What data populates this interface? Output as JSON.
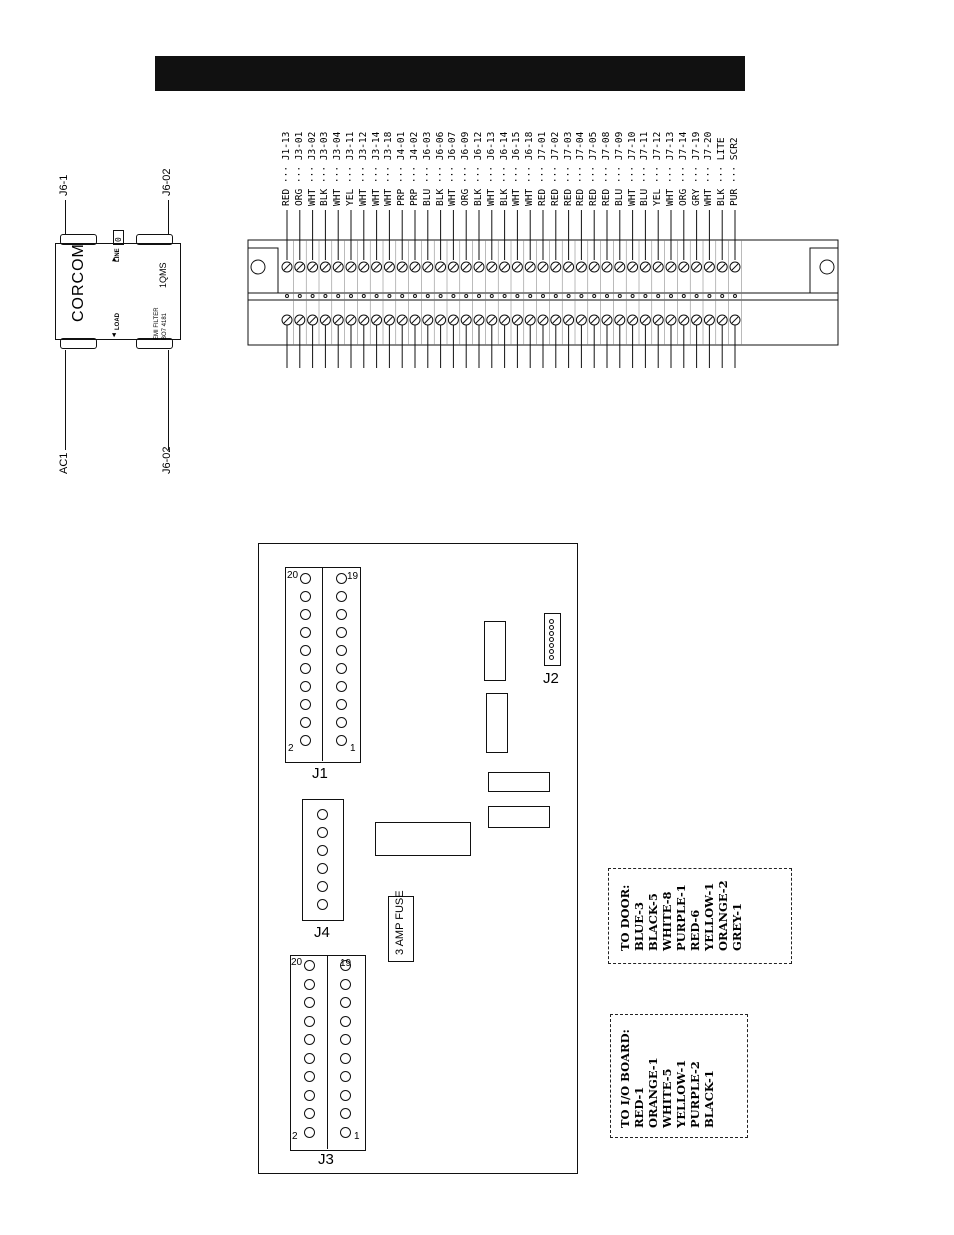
{
  "header": {
    "bar_color": "#111111"
  },
  "emi_filter": {
    "brand": "CORCOM",
    "model": "EMI FILTER",
    "part_number": "BO7 4181",
    "series": "1QMS",
    "line_label": "LINE",
    "load_label": "LOAD",
    "fuse_label": "0",
    "leads": [
      "J6-1",
      "J6-02",
      "AC1",
      "J6-02"
    ]
  },
  "terminal_strip": {
    "wires": [
      "RED ··· J1-13",
      "ORG ··· J3-01",
      "WHT ··· J3-02",
      "BLK ··· J3-03",
      "WHT ··· J3-04",
      "YEL ··· J3-11",
      "WHT ··· J3-12",
      "WHT ··· J3-14",
      "WHT ··· J3-18",
      "PRP ··· J4-01",
      "PRP ··· J4-02",
      "BLU ··· J6-03",
      "BLK ··· J6-06",
      "WHT ··· J6-07",
      "ORG ··· J6-09",
      "BLK ··· J6-12",
      "WHT ··· J6-13",
      "BLK ··· J6-14",
      "WHT ··· J6-15",
      "WHT ··· J6-18",
      "RED ··· J7-01",
      "RED ··· J7-02",
      "RED ··· J7-03",
      "RED ··· J7-04",
      "RED ··· J7-05",
      "RED ··· J7-08",
      "BLU ··· J7-09",
      "WHT ··· J7-10",
      "BLU ··· J7-11",
      "YEL ··· J7-12",
      "WHT ··· J7-13",
      "ORG ··· J7-14",
      "GRY ··· J7-19",
      "WHT ··· J7-20",
      "BLK ··· LITE",
      "PUR ··· SCR2"
    ]
  },
  "board": {
    "j1": {
      "label": "J1",
      "pin_top_left": "20",
      "pin_top_right": "19",
      "pin_bottom_left": "2",
      "pin_bottom_right": "1"
    },
    "j2": {
      "label": "J2"
    },
    "j3": {
      "label": "J3",
      "pin_top_left": "20",
      "pin_top_right": "19",
      "pin_bottom_left": "2",
      "pin_bottom_right": "1"
    },
    "j4": {
      "label": "J4"
    },
    "fuse_label": "3 AMP FUSE"
  },
  "door_note": {
    "title": "TO DOOR:",
    "lines": [
      "BLUE-3",
      "BLACK-5",
      "WHITE-8",
      "PURPLE-1",
      "RED-6",
      "YELLOW-1",
      "ORANGE-2",
      "GREY-1"
    ]
  },
  "io_note": {
    "title": "TO I/O BOARD:",
    "lines": [
      "RED-1",
      "ORANGE-1",
      "WHITE-5",
      "YELLOW-1",
      "PURPLE-2",
      "BLACK-1"
    ]
  }
}
